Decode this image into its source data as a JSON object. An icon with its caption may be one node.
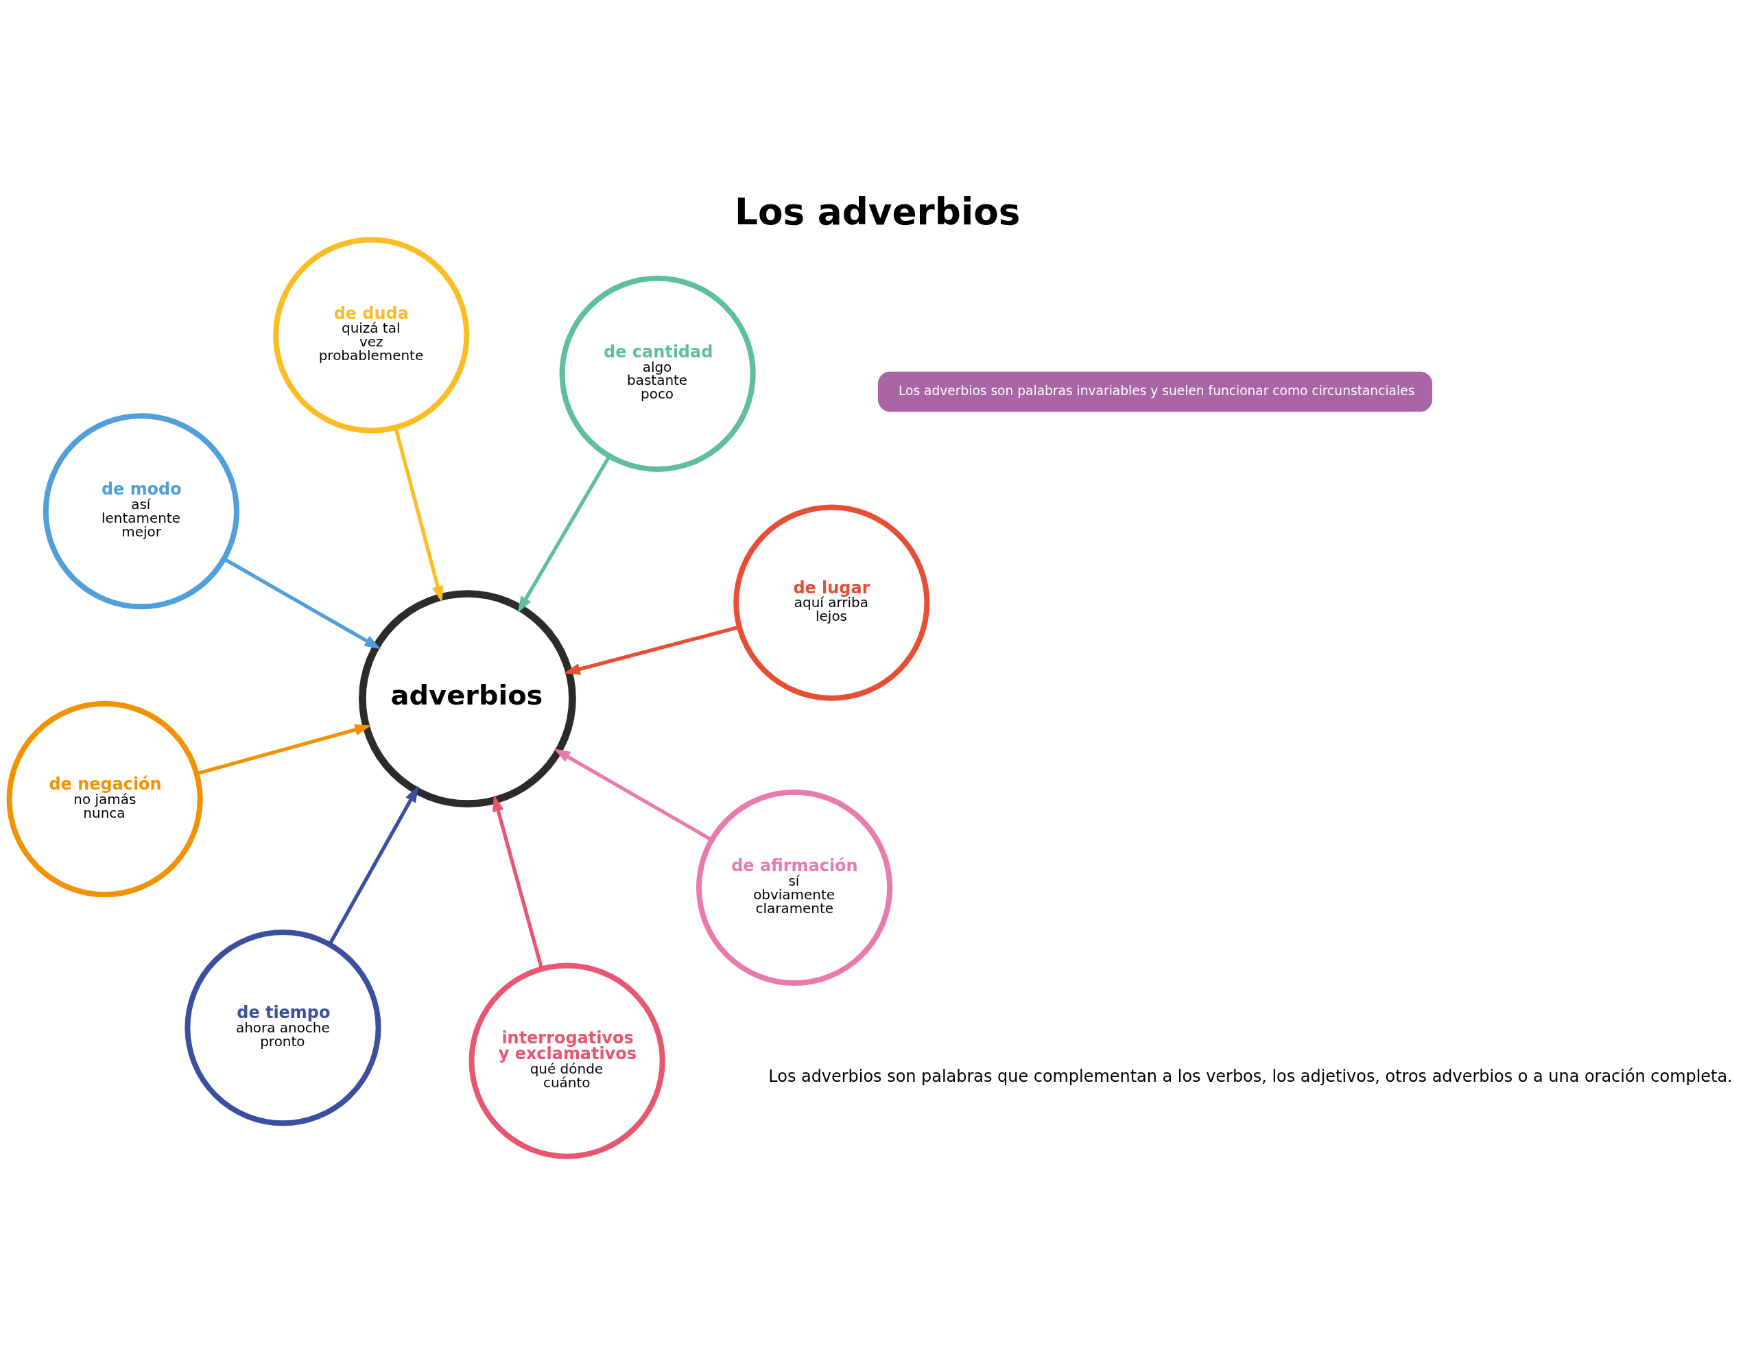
{
  "diagram": {
    "title": "Los adverbios",
    "nodes": [
      {
        "text": [
          "adverbios"
        ]
      },
      {
        "text": [
          "de lugar",
          "aquí arriba lejos"
        ]
      },
      {
        "text": [
          "de tiempo",
          "ahora anoche pronto"
        ]
      },
      {
        "text": [
          "de modo",
          "así lentamente mejor"
        ]
      },
      {
        "text": [
          "de cantidad",
          "algo bastante poco"
        ]
      },
      {
        "text": [
          "de duda",
          "quizá tal vez probablemente"
        ]
      },
      {
        "text": [
          "de negación",
          "no jamás nunca"
        ]
      },
      {
        "text": [
          "de afirmación",
          "sí obviamente claramente"
        ]
      },
      {
        "text": [
          "interrogativos y exclamativos",
          "qué dónde cuánto"
        ]
      },
      {
        "text": [
          "Los adverbios son palabras invariables y suelen funcionar como circunstanciales"
        ]
      }
    ],
    "edges": [
      {
        "from": 1,
        "to": 0,
        "arrow": "to",
        "color": "#e64f35"
      },
      {
        "from": 2,
        "to": 0,
        "arrow": "to",
        "color": "#3a4fa0"
      },
      {
        "from": 3,
        "to": 0,
        "arrow": "to",
        "color": "#4f9fdc"
      },
      {
        "from": 4,
        "to": 0,
        "arrow": "to",
        "color": "#5fbf9c"
      },
      {
        "from": 5,
        "to": 0,
        "arrow": "to",
        "color": "#fbbd22"
      },
      {
        "from": 6,
        "to": 0,
        "arrow": "to",
        "color": "#f39200"
      },
      {
        "from": 7,
        "to": 0,
        "arrow": "to",
        "color": "#e97aae"
      },
      {
        "from": 8,
        "to": 0,
        "arrow": "to",
        "color": "#e8566f"
      }
    ],
    "labels": [
      "Los adverbios son palabras que complementan a los verbos, los adjetivos, otros adverbios o a una oración completa."
    ]
  }
}
